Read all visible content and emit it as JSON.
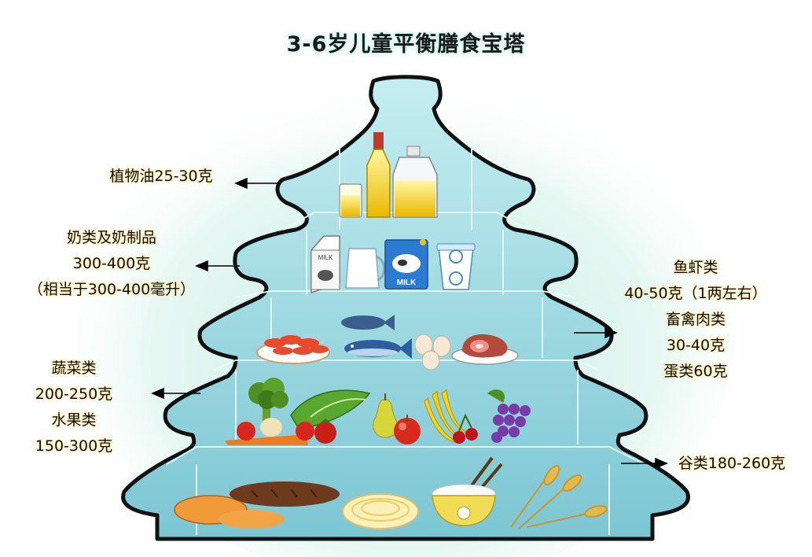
{
  "title": "3-6岁儿童平衡膳食宝塔",
  "colors": {
    "tower_fill": "#8fd1dc",
    "tower_outline": "#111111",
    "glow": "#bfe9de",
    "label_glow": "#ffe89a"
  },
  "levels": [
    {
      "id": "oil",
      "lines": [
        "植物油25-30克"
      ]
    },
    {
      "id": "dairy",
      "lines": [
        "奶类及奶制品",
        "300-400克",
        "（相当于300-400毫升）"
      ]
    },
    {
      "id": "meat",
      "lines": [
        "鱼虾类",
        "40-50克（1两左右）",
        "畜禽肉类",
        "30-40克",
        "蛋类60克"
      ]
    },
    {
      "id": "produce",
      "lines": [
        "蔬菜类",
        "200-250克",
        "水果类",
        "150-300克"
      ]
    },
    {
      "id": "grain",
      "lines": [
        "谷类180-260克"
      ]
    }
  ],
  "icons": {
    "oil": [
      "juice-glass-icon",
      "oil-bottle-icon",
      "oil-jug-icon"
    ],
    "dairy": [
      "milk-carton-icon",
      "milk-pitcher-icon",
      "milk-box-icon",
      "yogurt-cup-icon"
    ],
    "meat": [
      "shrimp-plate-icon",
      "fish-icon",
      "eggs-icon",
      "ham-plate-icon"
    ],
    "produce": [
      "broccoli-icon",
      "cabbage-icon",
      "tomato-icon",
      "pear-icon",
      "apple-icon",
      "banana-icon",
      "cherry-icon",
      "grape-icon"
    ],
    "grain": [
      "bread-icon",
      "noodles-icon",
      "rice-bowl-icon",
      "wheat-icon"
    ]
  }
}
